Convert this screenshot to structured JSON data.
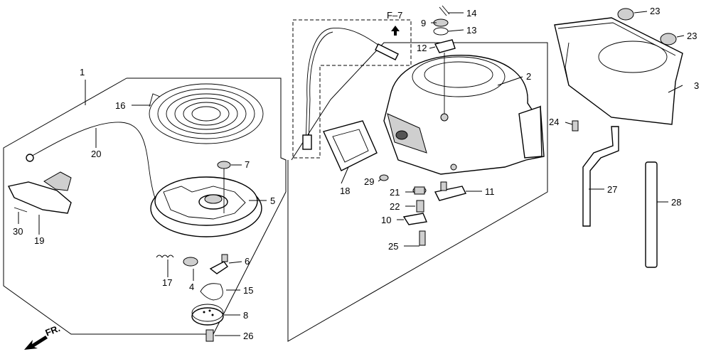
{
  "diagram": {
    "ref_marker": "F–7",
    "direction_label": "FR.",
    "callouts": {
      "c1": "1",
      "c2": "2",
      "c3": "3",
      "c4": "4",
      "c5": "5",
      "c6": "6",
      "c7": "7",
      "c8": "8",
      "c9": "9",
      "c10": "10",
      "c11": "11",
      "c12": "12",
      "c13": "13",
      "c14": "14",
      "c15": "15",
      "c16": "16",
      "c17": "17",
      "c18": "18",
      "c19": "19",
      "c20": "20",
      "c21": "21",
      "c22": "22",
      "c23a": "23",
      "c23b": "23",
      "c24": "24",
      "c25": "25",
      "c26": "26",
      "c27": "27",
      "c28": "28",
      "c29": "29",
      "c30": "30"
    }
  }
}
